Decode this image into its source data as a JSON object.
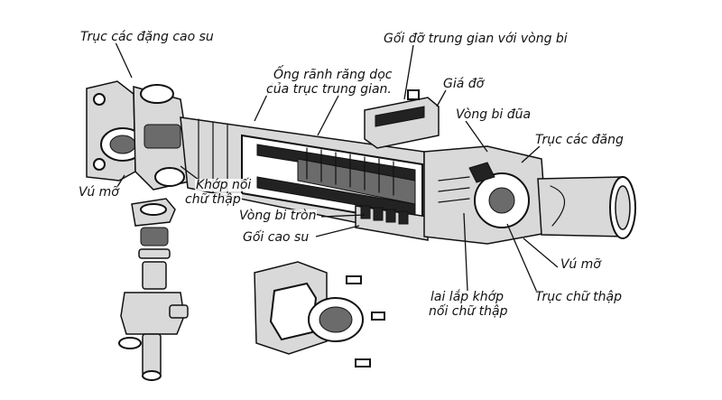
{
  "labels": {
    "truc_cac_dang_cao_su": "Trục các đặng cao su",
    "goi_do_trung_gian": "Gối đỡ trung gian với vòng bi",
    "ong_ranh_rang_line1": "Ống rãnh răng dọc",
    "ong_ranh_rang_line2": "của trục trung gian.",
    "gia_do": "Giá đỡ",
    "vong_bi_dua": "Vòng bi đũa",
    "truc_cac_dang": "Trục các đăng",
    "vu_mo_left": "Vú mỡ",
    "khop_noi_line1": "Khớp nối",
    "khop_noi_line2": "chữ thập",
    "vong_bi_tron": "Vòng bi tròn",
    "goi_cao_su": "Gối cao su",
    "vu_mo_right": "Vú mỡ",
    "lai_lap_khop_line1": "lai lắp khớp",
    "lai_lap_khop_line2": "nối chữ thập",
    "truc_chu_thap": "Trục chữ thập"
  }
}
